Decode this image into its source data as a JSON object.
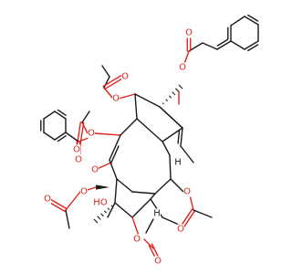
{
  "colors": {
    "bond": "#1a1a1a",
    "oxygen": "#e0241f",
    "hydrogen": "#1a1a1a",
    "background": "#ffffff"
  },
  "atom_labels": {
    "oxygen": "O",
    "hydrogen": "H",
    "hydroxyl": "HO"
  }
}
